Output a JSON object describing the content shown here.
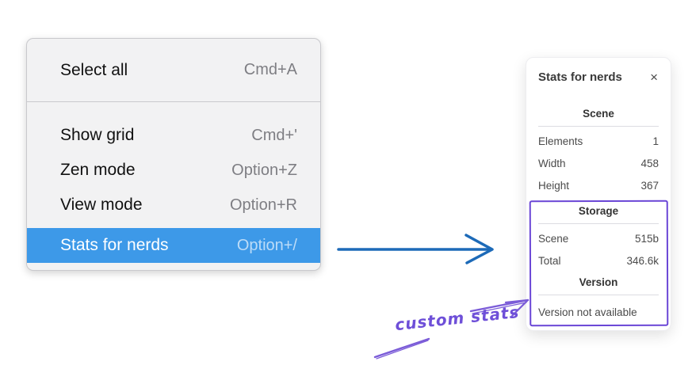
{
  "menu": {
    "items": [
      {
        "label": "Select all",
        "shortcut": "Cmd+A",
        "highlighted": false
      },
      {
        "label": "Show grid",
        "shortcut": "Cmd+'",
        "highlighted": false
      },
      {
        "label": "Zen mode",
        "shortcut": "Option+Z",
        "highlighted": false
      },
      {
        "label": "View mode",
        "shortcut": "Option+R",
        "highlighted": false
      },
      {
        "label": "Stats for nerds",
        "shortcut": "Option+/",
        "highlighted": true
      }
    ]
  },
  "stats_panel": {
    "title": "Stats for nerds",
    "close_icon": "×",
    "sections": [
      {
        "heading": "Scene",
        "rows": [
          {
            "label": "Elements",
            "value": "1"
          },
          {
            "label": "Width",
            "value": "458"
          },
          {
            "label": "Height",
            "value": "367"
          }
        ]
      },
      {
        "heading": "Storage",
        "rows": [
          {
            "label": "Scene",
            "value": "515b"
          },
          {
            "label": "Total",
            "value": "346.6k"
          }
        ]
      },
      {
        "heading": "Version",
        "note": "Version not available"
      }
    ]
  },
  "annotation": {
    "label": "custom stats"
  },
  "colors": {
    "menu_highlight": "#3d99e8",
    "flow_arrow_blue": "#1d6ab8",
    "annotation_purple": "#6a46d6"
  }
}
